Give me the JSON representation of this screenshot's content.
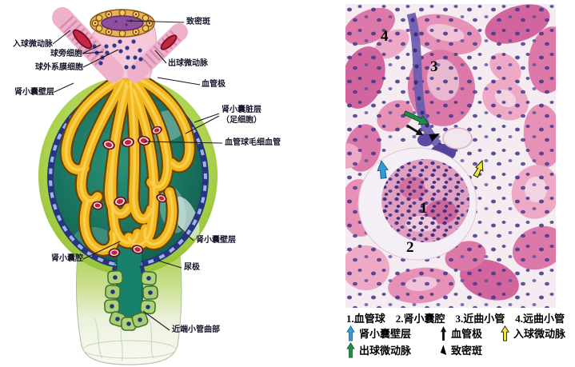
{
  "diagram": {
    "labels": {
      "afferent_arteriole": "入球微动脉",
      "juxtaglomerular_cells": "球旁细胞",
      "extraglomerular_mesangial_cells": "球外系膜细胞",
      "parietal_layer_left": "肾小囊壁层",
      "capsular_space": "肾小囊腔",
      "macula_densa": "致密斑",
      "efferent_arteriole": "出球微动脉",
      "vascular_pole": "血管极",
      "visceral_layer": "肾小囊脏层",
      "visceral_layer_sub": "（足细胞）",
      "glomerular_capillaries": "血管球毛细血管",
      "parietal_layer_right": "肾小囊壁层",
      "urinary_pole": "尿极",
      "proximal_convoluted_tubule": "近端小管曲部"
    }
  },
  "micrograph": {
    "markers": {
      "m1": "1",
      "m2": "2",
      "m3": "3",
      "m4": "4"
    },
    "arrow_colors": {
      "cyan": "#2f9fd6",
      "green": "#1d8f44",
      "yellow": "#f1e43c",
      "black": "#111111"
    }
  },
  "legend": {
    "numbered": [
      "1.血管球",
      "2.肾小囊腔",
      "3.近曲小管",
      "4.远曲小管"
    ],
    "arrow_items": [
      {
        "icon": "cyan-up-arrow",
        "color": "#2f9fd6",
        "label": "肾小囊壁层"
      },
      {
        "icon": "black-up-arrow",
        "color": "#111111",
        "label": "血管极"
      },
      {
        "icon": "yellow-up-arrow",
        "color": "#f1e43c",
        "label": "入球微动脉"
      },
      {
        "icon": "green-up-arrow",
        "color": "#1d8f44",
        "label": "出球微动脉"
      },
      {
        "icon": "black-arrowhead",
        "color": "#111111",
        "label": "致密斑"
      }
    ]
  }
}
